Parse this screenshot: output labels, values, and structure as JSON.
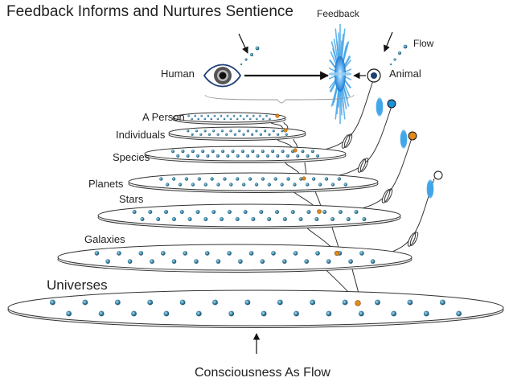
{
  "title": "Feedback Informs and Nurtures Sentience",
  "bottom_label": "Consciousness As Flow",
  "labels": {
    "feedback": "Feedback",
    "flow": "Flow",
    "human": "Human",
    "animal": "Animal",
    "a_person": "A Person",
    "individuals": "Individuals",
    "species": "Species",
    "planets": "Planets",
    "stars": "Stars",
    "galaxies": "Galaxies",
    "universes": "Universes"
  },
  "colors": {
    "dot": "#3a86a8",
    "node_orange": "#e08a1e",
    "node_blue": "#1e90d6",
    "feedback_blue": "#3fa3e8",
    "outline": "#333333"
  }
}
